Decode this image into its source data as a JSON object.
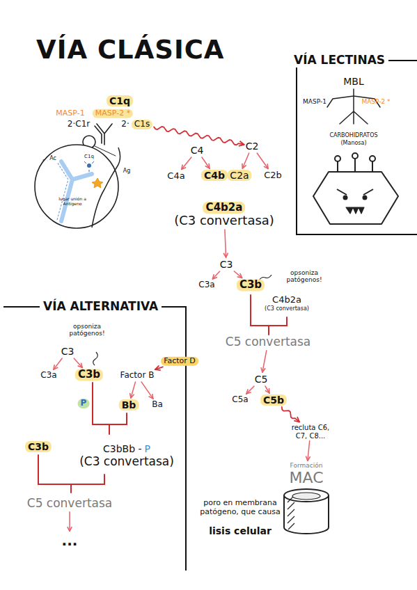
{
  "diagram": {
    "title": "VÍA CLÁSICA",
    "nodes": [
      {
        "text": [
          "VÍA LECTINAS"
        ]
      },
      {
        "text": [
          "C1q"
        ]
      },
      {
        "text": [
          "MASP-2 *"
        ]
      },
      {
        "text": [
          "C1s"
        ]
      },
      {
        "text": [
          "C4"
        ]
      },
      {
        "text": [
          "C2"
        ]
      },
      {
        "text": [
          "C4a"
        ]
      },
      {
        "text": [
          "C4b"
        ]
      },
      {
        "text": [
          "C2a"
        ]
      },
      {
        "text": [
          "C2b"
        ]
      },
      {
        "text": [
          "C4b2a",
          "(C3 convertasa)"
        ]
      },
      {
        "text": [
          "C3"
        ]
      },
      {
        "text": [
          "C3a"
        ]
      },
      {
        "text": [
          "C3b"
        ]
      },
      {
        "text": [
          "C4b2a",
          "(C3 convertasa)"
        ]
      },
      {
        "text": [
          "C5 convertasa"
        ]
      },
      {
        "text": [
          "C5"
        ]
      },
      {
        "text": [
          "C5a"
        ]
      },
      {
        "text": [
          "C5b"
        ]
      },
      {
        "text": [
          "recluta C6, C7, C8..."
        ]
      },
      {
        "text": [
          "Formación",
          "MAC"
        ]
      },
      {
        "text": [
          "VÍA ALTERNATIVA"
        ]
      },
      {
        "text": [
          "C3"
        ],
        "in": 21
      },
      {
        "text": [
          "C3a"
        ],
        "in": 21
      },
      {
        "text": [
          "C3b"
        ],
        "in": 21
      },
      {
        "text": [
          "Factor D"
        ],
        "in": 21
      },
      {
        "text": [
          "Factor B"
        ],
        "in": 21
      },
      {
        "text": [
          "Bb"
        ],
        "in": 21
      },
      {
        "text": [
          "Ba"
        ],
        "in": 21
      },
      {
        "text": [
          "P"
        ],
        "in": 21
      },
      {
        "text": [
          "C3bBb -",
          "P",
          "(C3 convertasa)"
        ],
        "in": 21
      },
      {
        "text": [
          "C3b"
        ],
        "in": 21
      },
      {
        "text": [
          "C5 convertasa"
        ],
        "in": 21
      },
      {
        "text": [
          "..."
        ],
        "in": 21
      }
    ],
    "edges": [
      {
        "from": 3,
        "to": 5,
        "arrow": "to"
      },
      {
        "from": 4,
        "to": 6,
        "arrow": "to"
      },
      {
        "from": 4,
        "to": 7,
        "arrow": "to"
      },
      {
        "from": 5,
        "to": 8,
        "arrow": "to"
      },
      {
        "from": 5,
        "to": 9,
        "arrow": "to"
      },
      {
        "from": 10,
        "to": 11,
        "arrow": "to"
      },
      {
        "from": 11,
        "to": 12,
        "arrow": "to"
      },
      {
        "from": 11,
        "to": 13,
        "arrow": "to"
      },
      {
        "from": 15,
        "to": 16,
        "arrow": "to"
      },
      {
        "from": 16,
        "to": 17,
        "arrow": "to"
      },
      {
        "from": 16,
        "to": 18,
        "arrow": "to"
      },
      {
        "from": 18,
        "to": 19,
        "arrow": "to"
      },
      {
        "from": 19,
        "to": 20,
        "arrow": "to"
      },
      {
        "from": 22,
        "to": 23,
        "arrow": "to"
      },
      {
        "from": 22,
        "to": 24,
        "arrow": "to"
      },
      {
        "from": 25,
        "to": 26,
        "arrow": "to"
      },
      {
        "from": 26,
        "to": 27,
        "arrow": "to"
      },
      {
        "from": 26,
        "to": 28,
        "arrow": "to"
      },
      {
        "from": 32,
        "to": 33,
        "arrow": "to"
      }
    ],
    "labels": [
      "MASP-1",
      "2·C1r",
      "2·",
      "Ac",
      "C1q",
      "Ag",
      "lugar unión a Antígeno",
      "MBL",
      "MASP-1",
      "MASP-2 *",
      "CARBOHIDRATOS",
      "(Manosa)",
      "opsoniza patógenos!",
      "poro en membrana patógeno, que causa",
      "lisis celular",
      "opsoniza patógenos!"
    ]
  }
}
